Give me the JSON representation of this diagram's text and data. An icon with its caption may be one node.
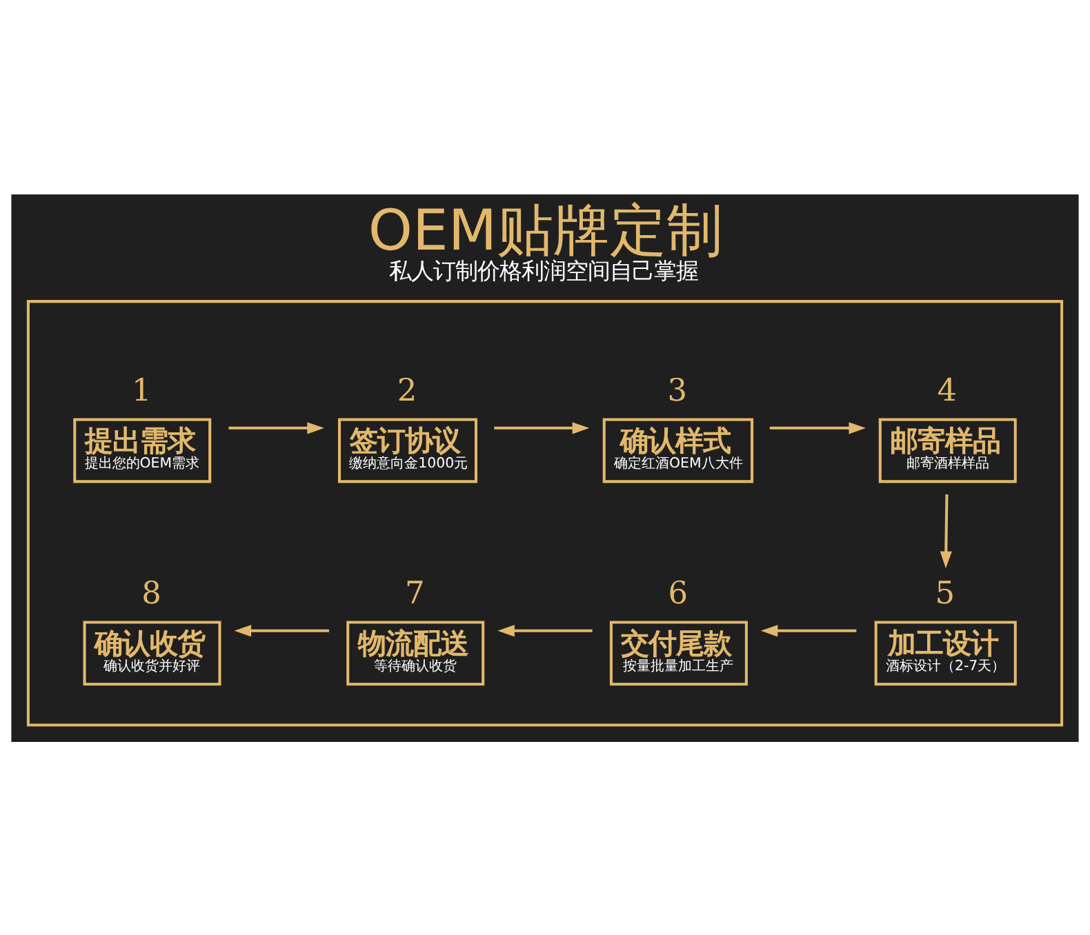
{
  "diagram": {
    "title": "OEM贴牌定制",
    "caption": "私人订制价格利润空间自己掌握",
    "nodes": [
      {
        "text": [],
        "shape": "box"
      },
      {
        "text": [
          "提出需求",
          "提出您的OEM需求"
        ],
        "beside": [
          "1"
        ],
        "in": 0
      },
      {
        "text": [
          "签订协议",
          "缴纳意向金1000元"
        ],
        "beside": [
          "2"
        ],
        "in": 0
      },
      {
        "text": [
          "确认样式",
          "确定红酒OEM八大件"
        ],
        "beside": [
          "3"
        ],
        "in": 0
      },
      {
        "text": [
          "邮寄样品",
          "邮寄酒样样品"
        ],
        "beside": [
          "4"
        ],
        "in": 0
      },
      {
        "text": [
          "确认收货",
          "确认收货并好评"
        ],
        "beside": [
          "8"
        ],
        "in": 0
      },
      {
        "text": [
          "物流配送",
          "等待确认收货"
        ],
        "beside": [
          "7"
        ],
        "in": 0
      },
      {
        "text": [
          "交付尾款",
          "按量批量加工生产"
        ],
        "beside": [
          "6"
        ],
        "in": 0
      },
      {
        "text": [
          "加工设计",
          "酒标设计（2-7天）"
        ],
        "beside": [
          "5"
        ],
        "in": 0
      }
    ],
    "edges": [
      {
        "from": 1,
        "to": 2,
        "arrow": "to"
      },
      {
        "from": 2,
        "to": 3,
        "arrow": "to"
      },
      {
        "from": 3,
        "to": 4,
        "arrow": "to"
      },
      {
        "from": 4,
        "to": 8,
        "arrow": "to"
      },
      {
        "from": 8,
        "to": 7,
        "arrow": "to"
      },
      {
        "from": 7,
        "to": 6,
        "arrow": "to"
      },
      {
        "from": 6,
        "to": 5,
        "arrow": "to"
      }
    ]
  }
}
